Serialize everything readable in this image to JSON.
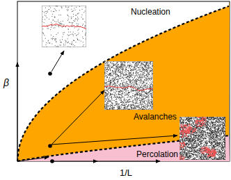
{
  "diagram": {
    "labels": [
      "Nucleation",
      "Avalanches",
      "Percolation",
      "β",
      "1/L"
    ]
  }
}
